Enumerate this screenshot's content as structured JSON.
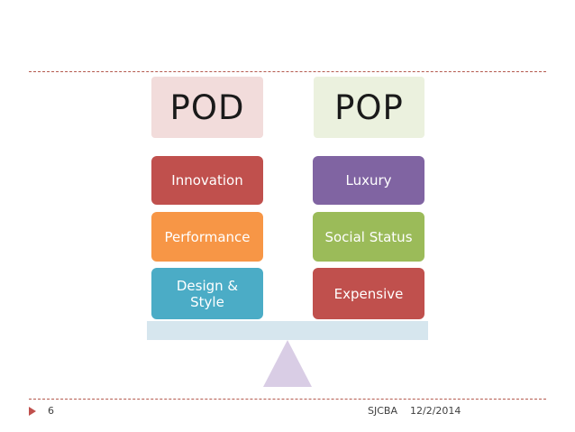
{
  "slide": {
    "headers": {
      "pod": "POD",
      "pop": "POP"
    },
    "pod_items": [
      {
        "label": "Innovation",
        "color": "#c0504d"
      },
      {
        "label": "Performance",
        "color": "#f79646"
      },
      {
        "label": "Design & Style",
        "color": "#4bacc6"
      }
    ],
    "pop_items": [
      {
        "label": "Luxury",
        "color": "#8064a2"
      },
      {
        "label": "Social Status",
        "color": "#9bbb59"
      },
      {
        "label": "Expensive",
        "color": "#c0504d"
      }
    ],
    "colors": {
      "pod_header_bg": "#f2dcdb",
      "pop_header_bg": "#ebf1de",
      "beam": "#d6e6ee",
      "fulcrum": "#d9cde5",
      "rule": "#b45a4e",
      "footer_arrow": "#c0504d"
    },
    "icons": {
      "footer_marker": "play-arrow-icon",
      "balance_pivot": "triangle-fulcrum"
    }
  },
  "footer": {
    "slide_number": "6",
    "organization": "SJCBA",
    "date": "12/2/2014"
  }
}
